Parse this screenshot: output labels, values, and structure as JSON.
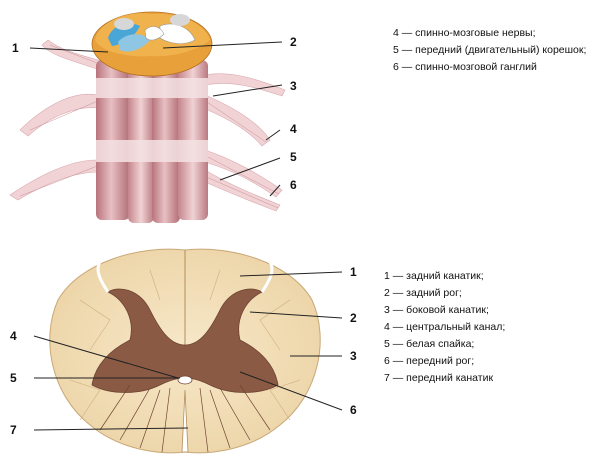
{
  "top_legend": [
    "4 — спинно-мозговые нервы;",
    "5 — передний (двигательный) корешок;",
    "6 — спинно-мозговой ганглий"
  ],
  "bottom_legend": [
    "1 — задний канатик;",
    "2 — задний рог;",
    "3 — боковой канатик;",
    "4 — центральный канал;",
    "5 — белая спайка;",
    "6 — передний рог;",
    "7 — передний канатик"
  ],
  "top_callouts": [
    "1",
    "2",
    "3",
    "4",
    "5",
    "6"
  ],
  "bottom_callouts": [
    "1",
    "2",
    "3",
    "4",
    "5",
    "6",
    "7"
  ],
  "colors": {
    "white_matter": "#f3dfb8",
    "gray_matter": "#8a5a45",
    "nerve": "#f1d3d6",
    "column": "#c98e93",
    "column_dark": "#a9646c"
  }
}
